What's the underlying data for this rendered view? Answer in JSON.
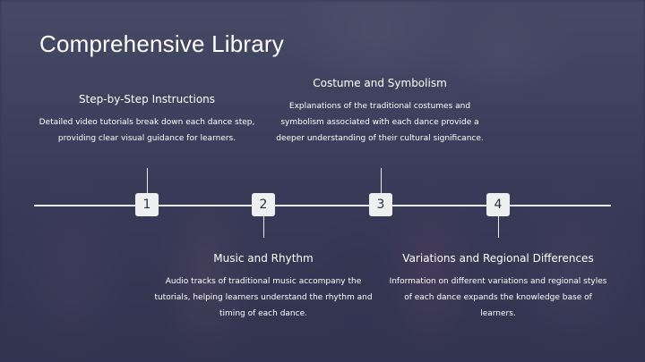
{
  "slide": {
    "title": "Comprehensive Library"
  },
  "steps": [
    {
      "number": "1",
      "title": "Step-by-Step Instructions",
      "description": "Detailed video tutorials break down each dance step, providing clear visual guidance for learners."
    },
    {
      "number": "2",
      "title": "Music and Rhythm",
      "description": "Audio tracks of traditional music accompany the tutorials, helping learners understand the rhythm and timing of each dance."
    },
    {
      "number": "3",
      "title": "Costume and Symbolism",
      "description": "Explanations of the traditional costumes and symbolism associated with each dance provide a deeper understanding of their cultural significance."
    },
    {
      "number": "4",
      "title": "Variations and Regional Differences",
      "description": "Information on different variations and regional styles of each dance expands the knowledge base of learners."
    }
  ],
  "colors": {
    "overlay": "#282c4e",
    "marker_bg": "#eef0f0",
    "line": "#e8e8ee",
    "text": "#ffffff"
  }
}
